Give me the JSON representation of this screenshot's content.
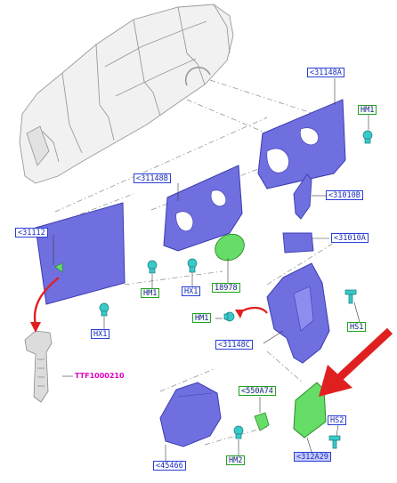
{
  "labels": {
    "p31148A": "<31148A",
    "hm1_top": "HM1",
    "p31148B": "<31148B",
    "p31010B": "<31010B",
    "p31010A": "<31010A",
    "p31112": "<31112",
    "hm1_mid": "HM1",
    "hx1_mid": "HX1",
    "n18978": "18978",
    "hx1_low": "HX1",
    "hm1_left": "HM1",
    "p31148C": "<31148C",
    "hs1": "HS1",
    "ttf": "TTF1000210",
    "p550A74": "<550A74",
    "hs2": "HS2",
    "p45466": "<45466",
    "hm2": "HM2",
    "p312A29": "<312A29"
  },
  "colors": {
    "panel": "#6f6fe0",
    "panel_edge": "#3c3cb0",
    "green_part": "#66dd66",
    "clip": "#38c9c9",
    "arrow_red": "#e02020",
    "label_blue": "#2a3fd6",
    "label_green": "#24a024"
  }
}
